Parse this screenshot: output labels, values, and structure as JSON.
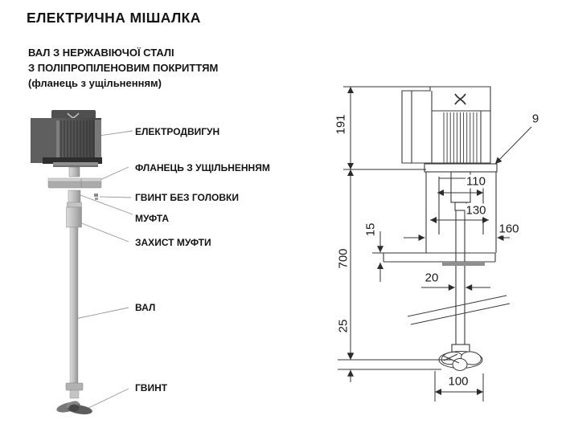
{
  "title": "ЕЛЕКТРИЧНА МІШАЛКА",
  "subtitle": {
    "line1": "ВАЛ З НЕРЖАВІЮЧОЇ СТАЛІ",
    "line2": "З ПОЛІПРОПІЛЕНОВИМ ПОКРИТТЯМ",
    "line3": "(фланець з ущільненням)"
  },
  "part_labels": {
    "motor": "ЕЛЕКТРОДВИГУН",
    "flange": "ФЛАНЕЦЬ З УЩІЛЬНЕННЯМ",
    "set_screw": "ГВИНТ БЕЗ ГОЛОВКИ",
    "coupling": "МУФТА",
    "coupling_guard": "ЗАХИСТ МУФТИ",
    "shaft": "ВАЛ",
    "propeller_screw": "ГВИНТ"
  },
  "dimensions": {
    "motor_height": "191",
    "flange_plate_thickness": "9",
    "inner_width": "110",
    "mid_width": "130",
    "outer_width": "160",
    "seal_plate_thickness": "15",
    "shaft_length": "700",
    "shaft_diameter": "20",
    "propeller_height": "25",
    "propeller_diameter": "100"
  },
  "colors": {
    "background": "#ffffff",
    "drawing_line": "#3a3a3a",
    "leader_line": "#999999",
    "text": "#141414",
    "metal_dark": "#4a4a4a",
    "metal_light": "#c9c9c9"
  }
}
